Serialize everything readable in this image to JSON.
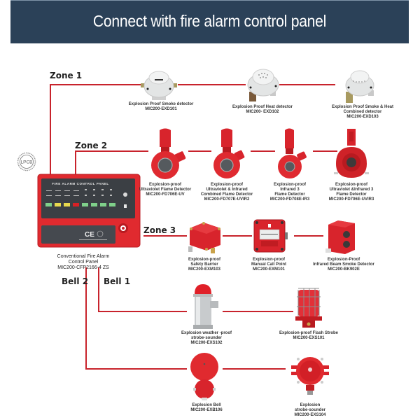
{
  "header": {
    "title": "Connect with fire alarm control panel"
  },
  "colors": {
    "header_bg": "#2b4158",
    "wire": "#c8232c",
    "device_red": "#d8242c",
    "device_white": "#eceeee"
  },
  "certification": {
    "logo_text": "LPCB"
  },
  "control_panel": {
    "screen_title": "FIRE ALARM CONTROL PANEL",
    "caption_line1": "Conventional Fire Alarm",
    "caption_line2": "Control Panel",
    "model": "MIC200-CFP2166-4 ZS",
    "ce_mark": "CE"
  },
  "zones": [
    {
      "label": "Zone 1",
      "devices": [
        {
          "icon": "smoke-detector-icon",
          "lines": [
            "Explosion Proof Smoke detector"
          ],
          "model": "MIC200-EXD101"
        },
        {
          "icon": "heat-detector-icon",
          "lines": [
            "Explosion Proof Heat detector"
          ],
          "model": "MIC200- EXD102"
        },
        {
          "icon": "combined-detector-icon",
          "lines": [
            "Explosion Proof Smoke & Heat",
            "Combined detector"
          ],
          "model": "MIC200-EXD103"
        }
      ]
    },
    {
      "label": "Zone 2",
      "devices": [
        {
          "icon": "uv-flame-detector-icon",
          "lines": [
            "Explosion-proof",
            "Ultraviolet Flame Detector"
          ],
          "model": "MIC200-FD706E-UV"
        },
        {
          "icon": "uv-ir-flame-detector-icon",
          "lines": [
            "Explosion-proof",
            "Ultraviolet & Infrared",
            "Combined Flame Detector"
          ],
          "model": "MIC200-FD707E-UVIR2"
        },
        {
          "icon": "ir3-flame-detector-icon",
          "lines": [
            "Explosion-proof",
            "Infrared 3",
            "Flame Detector"
          ],
          "model": "MIC200-FD708E-IR3"
        },
        {
          "icon": "uv-ir3-flame-detector-icon",
          "lines": [
            "Explosion-proof",
            "Ultraviolet &Infrared 3",
            "Flame Detector"
          ],
          "model": "MIC200-FD706E-UVIR3"
        }
      ]
    },
    {
      "label": "Zone 3",
      "devices": [
        {
          "icon": "safety-barrier-icon",
          "lines": [
            "Explosion-proof",
            "Safety Barrier"
          ],
          "model": "MIC200-EXM103"
        },
        {
          "icon": "manual-call-point-icon",
          "lines": [
            "Explosion-proof",
            "Manual Call Point"
          ],
          "model": "MIC200-EXM101"
        },
        {
          "icon": "beam-smoke-detector-icon",
          "lines": [
            "Explosion-Proof",
            "Infrared Beam Smoke Detector"
          ],
          "model": "MIC200-BK902E"
        }
      ]
    }
  ],
  "bells": [
    {
      "label": "Bell 1",
      "devices": [
        {
          "icon": "strobe-sounder-icon",
          "lines": [
            "Explosion weather -proof",
            "strobe-sounder"
          ],
          "model": "MIC200-EXS102"
        },
        {
          "icon": "flash-strobe-icon",
          "lines": [
            "Explosion-proof Flash Strobe"
          ],
          "model": "MIC200-EXS101"
        }
      ]
    },
    {
      "label": "Bell 2",
      "devices": [
        {
          "icon": "explosion-bell-icon",
          "lines": [
            "Explosion Bell"
          ],
          "model": "MIC200-EXB106"
        },
        {
          "icon": "explosion-strobe-sounder-icon",
          "lines": [
            "Explosion",
            "strobe-sounder"
          ],
          "model": "MIC200-EXS104"
        }
      ]
    }
  ]
}
